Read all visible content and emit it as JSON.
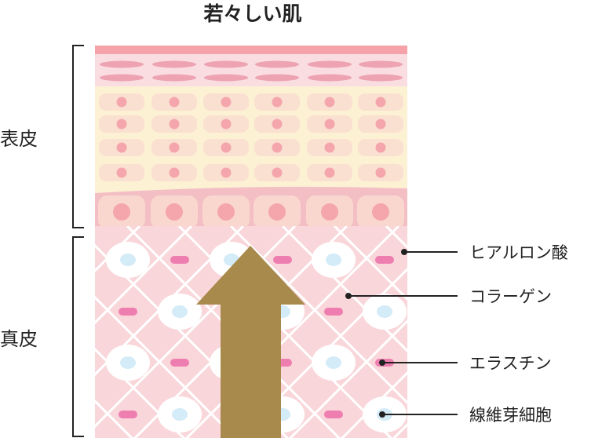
{
  "title": "若々しい肌",
  "layers": {
    "epidermis": "表皮",
    "dermis": "真皮"
  },
  "callouts": {
    "hyaluronic_acid": "ヒアルロン酸",
    "collagen": "コラーゲン",
    "elastin": "エラスチン",
    "fibroblast": "線維芽細胞"
  },
  "colors": {
    "surface_line": "#f5a3a8",
    "stratum_corneum": "#f9dde1",
    "corneum_cells": "#eea3b2",
    "spinous_layer": "#fdf1d4",
    "spinous_cells": "#fae0d0",
    "spinous_nuclei": "#f4a6ac",
    "basal_layer": "#f3bfc5",
    "basal_cells": "#f9d7ce",
    "dermis": "#f9d6da",
    "collagen_fibers": "#ffffff",
    "elastin": "#ee7eb0",
    "fibroblast_nucleus": "#d4ebf8",
    "arrow": "#a88a4c",
    "bracket": "#222222"
  }
}
